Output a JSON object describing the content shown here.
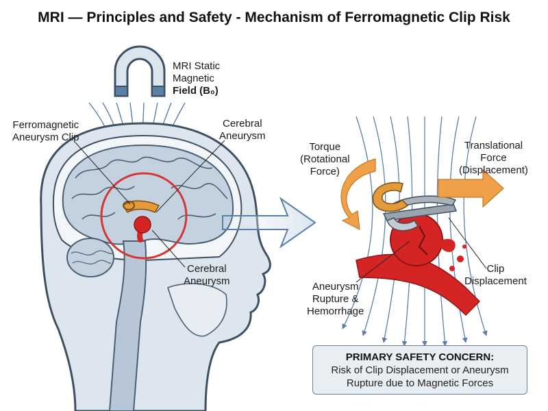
{
  "title": "MRI — Principles and Safety - Mechanism of Ferromagnetic Clip Risk",
  "labels": {
    "magnet_line1": "MRI Static",
    "magnet_line2": "Magnetic",
    "magnet_line3": "Field (B₀)",
    "clip_line1": "Ferromagnetic",
    "clip_line2": "Aneurysm Clip",
    "aneurysm_top_line1": "Cerebral",
    "aneurysm_top_line2": "Aneurysm",
    "aneurysm_low_line1": "Cerebral",
    "aneurysm_low_line2": "Aneurysm",
    "torque_line1": "Torque",
    "torque_line2": "(Rotational",
    "torque_line3": "Force)",
    "trans_line1": "Translational",
    "trans_line2": "Force",
    "trans_line3": "(Displacement)",
    "clipdisp_line1": "Clip",
    "clipdisp_line2": "Displacement",
    "rupture_line1": "Aneurysm",
    "rupture_line2": "Rupture &",
    "rupture_line3": "Hemorrhage"
  },
  "concern": {
    "heading": "PRIMARY SAFETY CONCERN:",
    "line1": "Risk of Clip Displacement or Aneurysm",
    "line2": "Rupture due to Magnetic Forces"
  },
  "colors": {
    "field": "#5a7fa8",
    "head_fill": "#dde6ef",
    "head_stroke": "#3d4f62",
    "brain": "#c4d2e0",
    "aneurysm": "#d42424",
    "clip": "#e39a3a",
    "force_arrow": "#f0a049",
    "highlight_ring": "#d33535"
  }
}
